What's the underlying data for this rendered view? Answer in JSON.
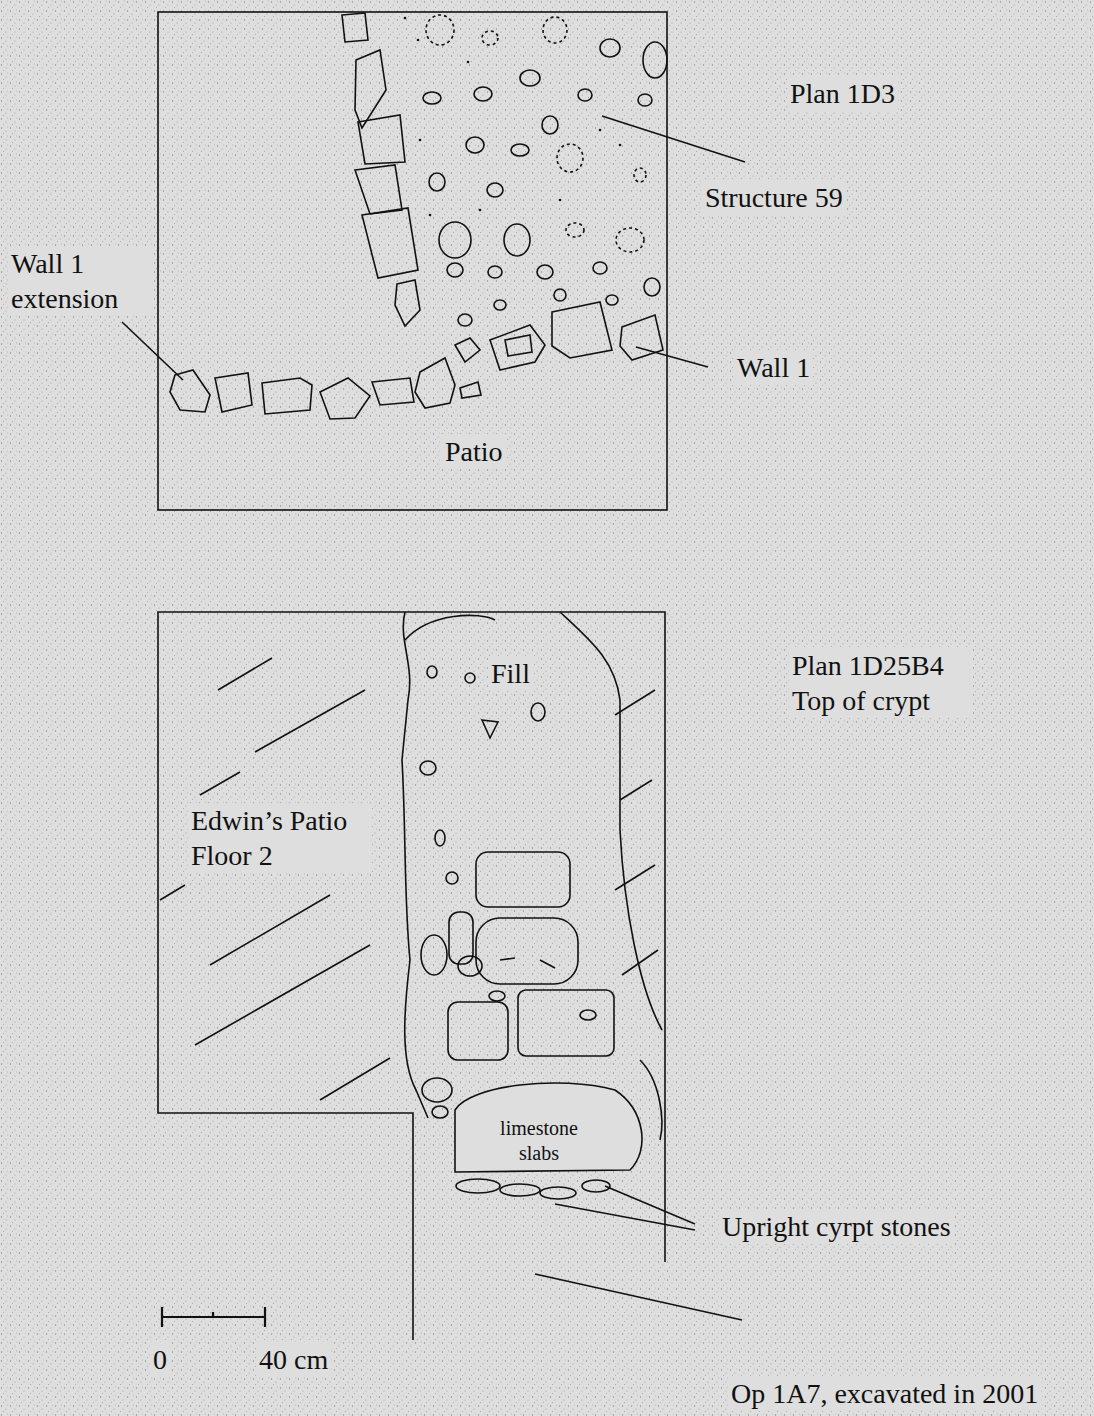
{
  "diagram": {
    "labels": [
      "Plan 1D3",
      "Structure 59",
      "Wall 1 extension",
      "Wall 1",
      "Patio",
      "Fill",
      "Edwin’s Patio Floor 2",
      "Plan 1D25B4 Top of crypt",
      "limestone slabs",
      "Upright cyrpt stones",
      "0",
      "40 cm",
      "Op 1A7, excavated in 2001"
    ]
  }
}
